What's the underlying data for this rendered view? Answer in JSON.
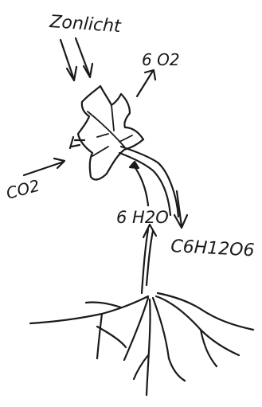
{
  "labels": {
    "sunlight": "Zonlicht",
    "oxygen_out": "6 O2",
    "co2_in": "CO2",
    "water_in": "6 H2O",
    "glucose_out": "C6H12O6"
  },
  "colors": {
    "ink": "#1a1a1a",
    "background": "#ffffff"
  }
}
